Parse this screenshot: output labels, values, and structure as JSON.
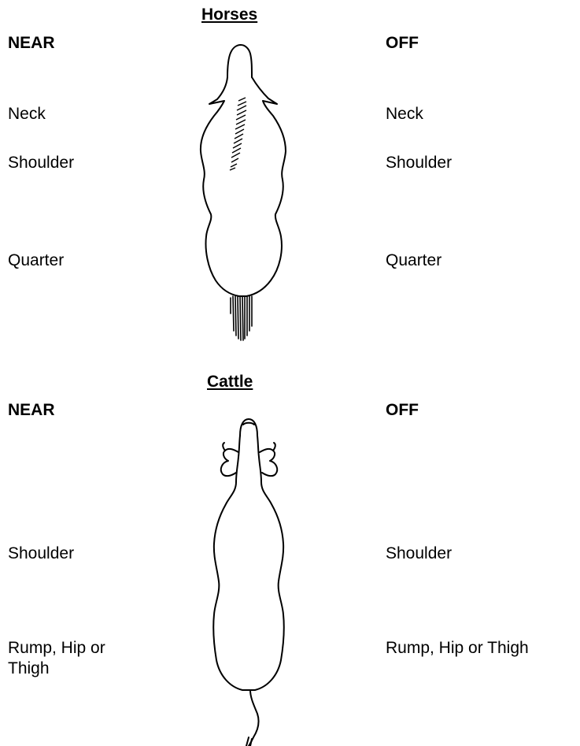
{
  "horses": {
    "title": "Horses",
    "near": {
      "heading": "NEAR",
      "labels": [
        "Neck",
        "Shoulder",
        "Quarter"
      ]
    },
    "off": {
      "heading": "OFF",
      "labels": [
        "Neck",
        "Shoulder",
        "Quarter"
      ]
    }
  },
  "cattle": {
    "title": "Cattle",
    "near": {
      "heading": "NEAR",
      "labels": [
        "Shoulder",
        "Rump, Hip or Thigh"
      ]
    },
    "off": {
      "heading": "OFF",
      "labels": [
        "Shoulder",
        "Rump, Hip or Thigh"
      ]
    }
  },
  "colors": {
    "ink": "#000000",
    "paper": "#ffffff"
  },
  "icons": {
    "horse": "horse-outline-top-view-icon",
    "cattle": "cattle-outline-top-view-icon"
  }
}
